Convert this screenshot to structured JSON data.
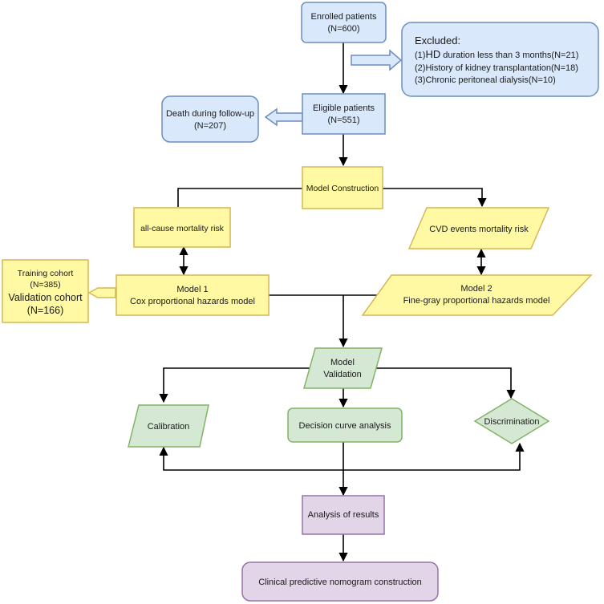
{
  "colors": {
    "blue_fill": "#dae8fc",
    "blue_stroke": "#6c8ebf",
    "yellow_fill": "#fff9a3",
    "yellow_stroke": "#d6b656",
    "green_fill": "#d5e8d4",
    "green_stroke": "#82b366",
    "purple_fill": "#e1d5e7",
    "purple_stroke": "#9673a6"
  },
  "nodes": {
    "enrolled": {
      "line1": "Enrolled patients",
      "line2": "(N=600)"
    },
    "excluded": {
      "title": "Excluded:",
      "item1_prefix": "(1)",
      "item1_em": "HD",
      "item1_rest": " duration less than 3 months(N=21)",
      "item2": "(2)History of kidney transplantation(N=18)",
      "item3": "(3)Chronic peritoneal dialysis(N=10)"
    },
    "eligible": {
      "line1": "Eligible patients",
      "line2": "(N=551)"
    },
    "death": {
      "line1": "Death during follow-up",
      "line2": "(N=207)"
    },
    "model_construction": {
      "label": "Model Construction"
    },
    "allcause": {
      "label": "all-cause mortality risk"
    },
    "cvd": {
      "label": "CVD events mortality risk"
    },
    "cohort": {
      "line1": "Training cohort",
      "line2": "(N=385)",
      "line3": "Validation cohort",
      "line4": "(N=166)"
    },
    "model1": {
      "line1": "Model 1",
      "line2": "Cox proportional hazards model"
    },
    "model2": {
      "line1": "Model 2",
      "line2": "Fine-gray proportional hazards model"
    },
    "validation": {
      "line1": "Model",
      "line2": "Validation"
    },
    "calibration": {
      "label": "Calibration"
    },
    "dca": {
      "label": "Decision curve analysis"
    },
    "discrimination": {
      "label": "Discrimination"
    },
    "analysis": {
      "label": "Analysis of results"
    },
    "nomogram": {
      "label": "Clinical predictive nomogram construction"
    }
  }
}
